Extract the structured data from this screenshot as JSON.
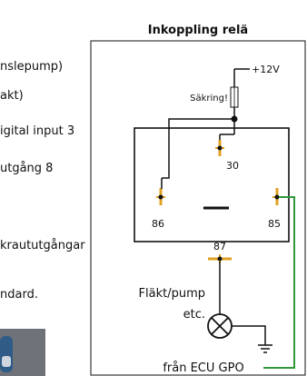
{
  "left_text": {
    "line1": "nslepump)",
    "line2": "akt)",
    "line3": "igital input 3",
    "line4": "utgång 8",
    "line5": "kraututgångar",
    "line6": "ndard."
  },
  "diagram": {
    "title": "Inkoppling relä",
    "voltage": "+12V",
    "fuse_label": "Säkring!",
    "pin_30": "30",
    "pin_86": "86",
    "pin_85": "85",
    "pin_87": "87",
    "load_line1": "Fläkt/pump",
    "load_line2": "etc.",
    "ecu_label": "från ECU GPO"
  },
  "colors": {
    "wire": "#111111",
    "ecu_wire": "#2e9a3a",
    "terminal": "#e0a020"
  }
}
